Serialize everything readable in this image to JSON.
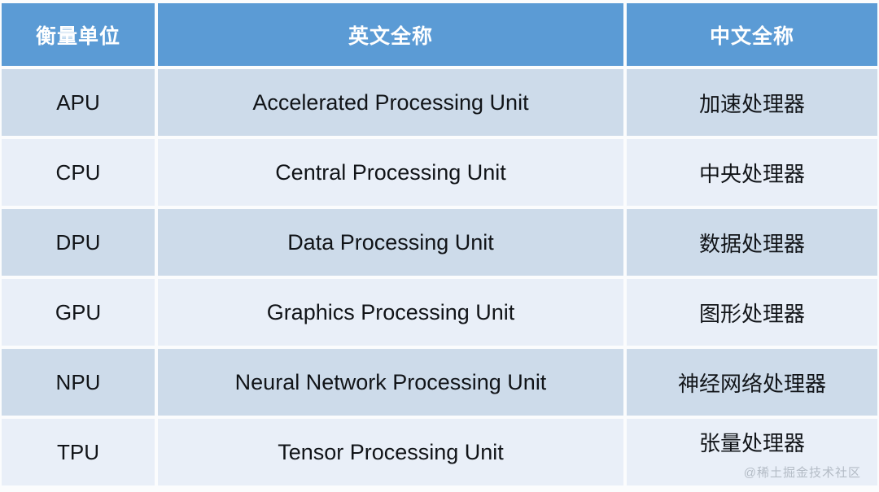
{
  "table": {
    "headers": [
      {
        "label": "衡量单位",
        "name": "header-unit"
      },
      {
        "label": "英文全称",
        "name": "header-english-full-name"
      },
      {
        "label": "中文全称",
        "name": "header-chinese-full-name"
      }
    ],
    "rows": [
      {
        "abbr": "APU",
        "english": "Accelerated Processing Unit",
        "chinese": "加速处理器"
      },
      {
        "abbr": "CPU",
        "english": "Central Processing Unit",
        "chinese": "中央处理器"
      },
      {
        "abbr": "DPU",
        "english": "Data Processing Unit",
        "chinese": "数据处理器"
      },
      {
        "abbr": "GPU",
        "english": "Graphics Processing Unit",
        "chinese": "图形处理器"
      },
      {
        "abbr": "NPU",
        "english": "Neural Network Processing Unit",
        "chinese": "神经网络处理器"
      },
      {
        "abbr": "TPU",
        "english": "Tensor Processing Unit",
        "chinese": "张量处理器"
      }
    ]
  },
  "watermark": {
    "text": "@稀土掘金技术社区"
  },
  "colors": {
    "header_background": "#5B9BD5",
    "header_text": "#FFFFFF",
    "row_shade_dark": "#CDDBEA",
    "row_shade_light": "#E9EFF8",
    "body_text": "#111418",
    "page_background": "#FBFCFD",
    "watermark_text": "#B4BCC6"
  }
}
